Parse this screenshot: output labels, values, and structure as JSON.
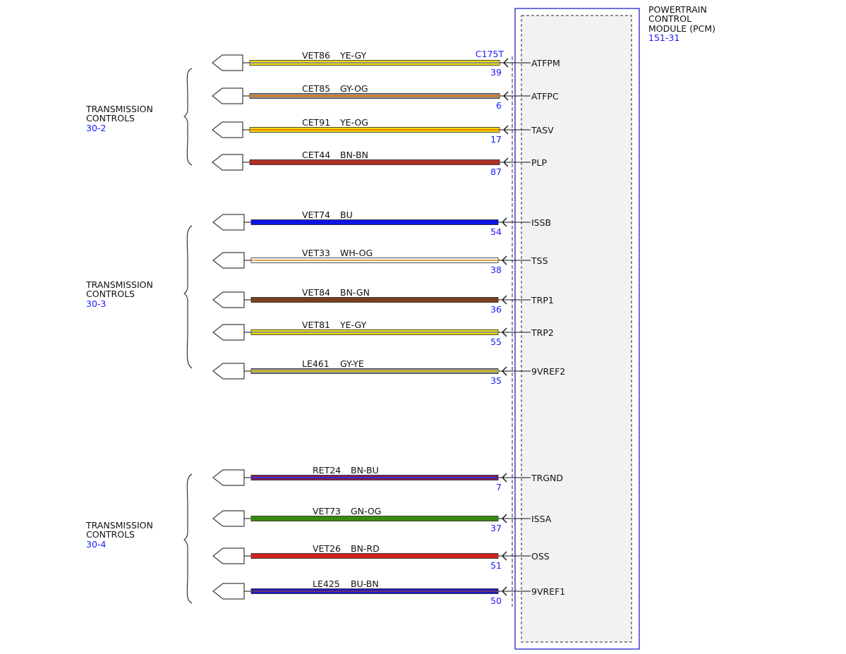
{
  "module": {
    "title_lines": [
      "POWERTRAIN",
      "CONTROL",
      "MODULE (PCM)"
    ],
    "ref": "151-31",
    "connector": "C175T"
  },
  "groups": [
    {
      "title_lines": [
        "TRANSMISSION",
        "CONTROLS"
      ],
      "ref": "30-2"
    },
    {
      "title_lines": [
        "TRANSMISSION",
        "CONTROLS"
      ],
      "ref": "30-3"
    },
    {
      "title_lines": [
        "TRANSMISSION",
        "CONTROLS"
      ],
      "ref": "30-4"
    }
  ],
  "wires": [
    {
      "circuit": "VET86",
      "color_code": "YE-GY",
      "pin": "39",
      "signal": "ATFPM",
      "colors": [
        "#f0e000",
        "#8f8f8f"
      ]
    },
    {
      "circuit": "CET85",
      "color_code": "GY-OG",
      "pin": "6",
      "signal": "ATFPC",
      "colors": [
        "#8f8f8f",
        "#f07800"
      ]
    },
    {
      "circuit": "CET91",
      "color_code": "YE-OG",
      "pin": "17",
      "signal": "TASV",
      "colors": [
        "#f0e000",
        "#f07800"
      ]
    },
    {
      "circuit": "CET44",
      "color_code": "BN-BN",
      "pin": "87",
      "signal": "PLP",
      "colors": [
        "#b03028",
        "#b03028"
      ]
    },
    {
      "circuit": "VET74",
      "color_code": "BU",
      "pin": "54",
      "signal": "ISSB",
      "colors": [
        "#0a14e6",
        "#0a14e6"
      ]
    },
    {
      "circuit": "VET33",
      "color_code": "WH-OG",
      "pin": "38",
      "signal": "TSS",
      "colors": [
        "#ffffff",
        "#f0a040"
      ]
    },
    {
      "circuit": "VET84",
      "color_code": "BN-GN",
      "pin": "36",
      "signal": "TRP1",
      "colors": [
        "#7a3f1c",
        "#7a3f1c"
      ]
    },
    {
      "circuit": "VET81",
      "color_code": "YE-GY",
      "pin": "55",
      "signal": "TRP2",
      "colors": [
        "#f0e000",
        "#8f8f8f"
      ]
    },
    {
      "circuit": "LE461",
      "color_code": "GY-YE",
      "pin": "35",
      "signal": "9VREF2",
      "colors": [
        "#8f8f8f",
        "#d8c800"
      ]
    },
    {
      "circuit": "RET24",
      "color_code": "BN-BU",
      "pin": "7",
      "signal": "TRGND",
      "colors": [
        "#8a2050",
        "#3030d0"
      ]
    },
    {
      "circuit": "VET73",
      "color_code": "GN-OG",
      "pin": "37",
      "signal": "ISSA",
      "colors": [
        "#3a8a10",
        "#3a8a10"
      ]
    },
    {
      "circuit": "VET26",
      "color_code": "BN-RD",
      "pin": "51",
      "signal": "OSS",
      "colors": [
        "#d02020",
        "#d02020"
      ]
    },
    {
      "circuit": "LE425",
      "color_code": "BU-BN",
      "pin": "50",
      "signal": "9VREF1",
      "colors": [
        "#1a1ac8",
        "#6a3070"
      ]
    }
  ]
}
